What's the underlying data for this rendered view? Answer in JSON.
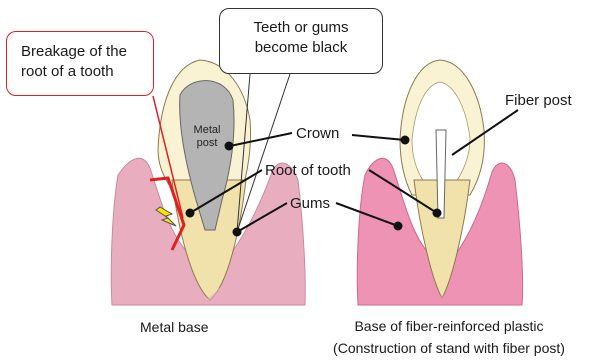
{
  "callouts": {
    "breakage_line1": "Breakage of the",
    "breakage_line2": "root of a tooth",
    "black_line1": "Teeth or gums",
    "black_line2": "become black"
  },
  "left_tooth": {
    "post_line1": "Metal",
    "post_line2": "post"
  },
  "labels": {
    "crown": "Crown",
    "root": "Root of tooth",
    "gums": "Gums",
    "fiber_post": "Fiber post"
  },
  "captions": {
    "left": "Metal base",
    "right_line1": "Base of fiber-reinforced plastic",
    "right_line2": "(Construction of stand with fiber post)"
  },
  "colors": {
    "gum_left": "#e8aec0",
    "gum_right": "#ee93b3",
    "enamel": "#f9f3d4",
    "dentin": "#f1e1aa",
    "metal_post": "#b4b4b4",
    "callout_red": "#e02020",
    "lightning": "#ffe100"
  }
}
